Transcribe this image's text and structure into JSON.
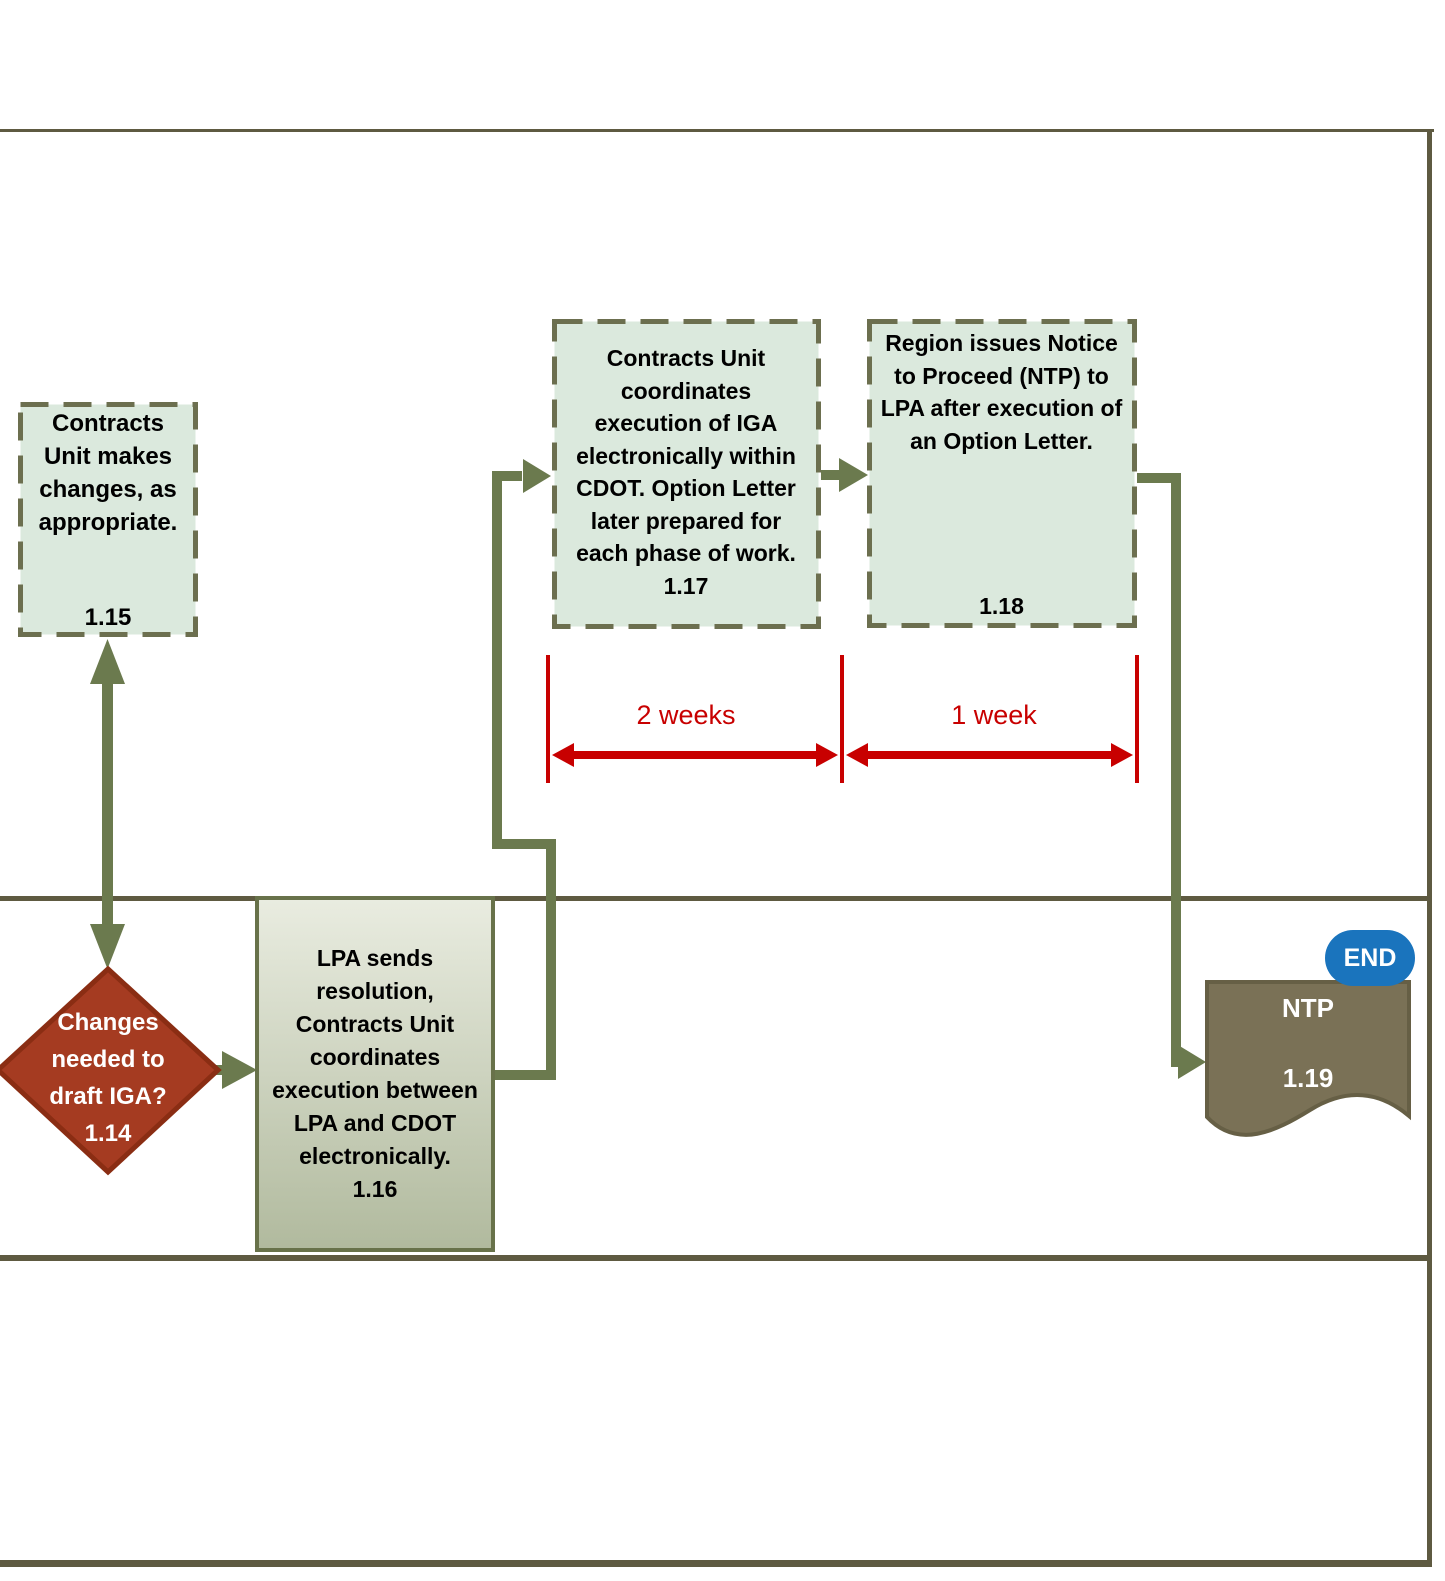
{
  "steps": {
    "s114": {
      "lines": [
        "Changes",
        "needed to",
        "draft IGA?"
      ],
      "id": "1.14"
    },
    "s115": {
      "lines": [
        "Contracts",
        "Unit makes",
        "changes, as",
        "appropriate."
      ],
      "id": "1.15"
    },
    "s116": {
      "lines": [
        "LPA sends",
        "resolution,",
        "Contracts Unit",
        "coordinates",
        "execution between",
        "LPA and CDOT",
        "electronically."
      ],
      "id": "1.16"
    },
    "s117": {
      "lines": [
        "Contracts Unit",
        "coordinates",
        "execution of IGA",
        "electronically within",
        "CDOT. Option Letter",
        "later prepared for",
        "each phase of work."
      ],
      "id": "1.17"
    },
    "s118": {
      "lines": [
        "Region issues Notice",
        "to Proceed (NTP) to",
        "LPA after execution of",
        "an Option Letter."
      ],
      "id": "1.18"
    },
    "s119": {
      "label": "NTP",
      "id": "1.19"
    }
  },
  "timeline": {
    "left_label": "2 weeks",
    "right_label": "1 week"
  },
  "end_badge": "END",
  "colors": {
    "lane_line": "#5e5a41",
    "dashed_box_fill": "#dbe9dd",
    "dashed_box_border": "#6c6f4f",
    "process_border": "#68724a",
    "process_fill_top": "#e9ece0",
    "process_fill_bottom": "#b1ba9e",
    "decision_fill": "#a53b21",
    "decision_border": "#8a2d13",
    "connector_green": "#6b7a4e",
    "document_fill": "#7a7156",
    "document_border": "#665f45",
    "end_badge_blue": "#1a74bd",
    "dimension_red": "#c80000"
  }
}
